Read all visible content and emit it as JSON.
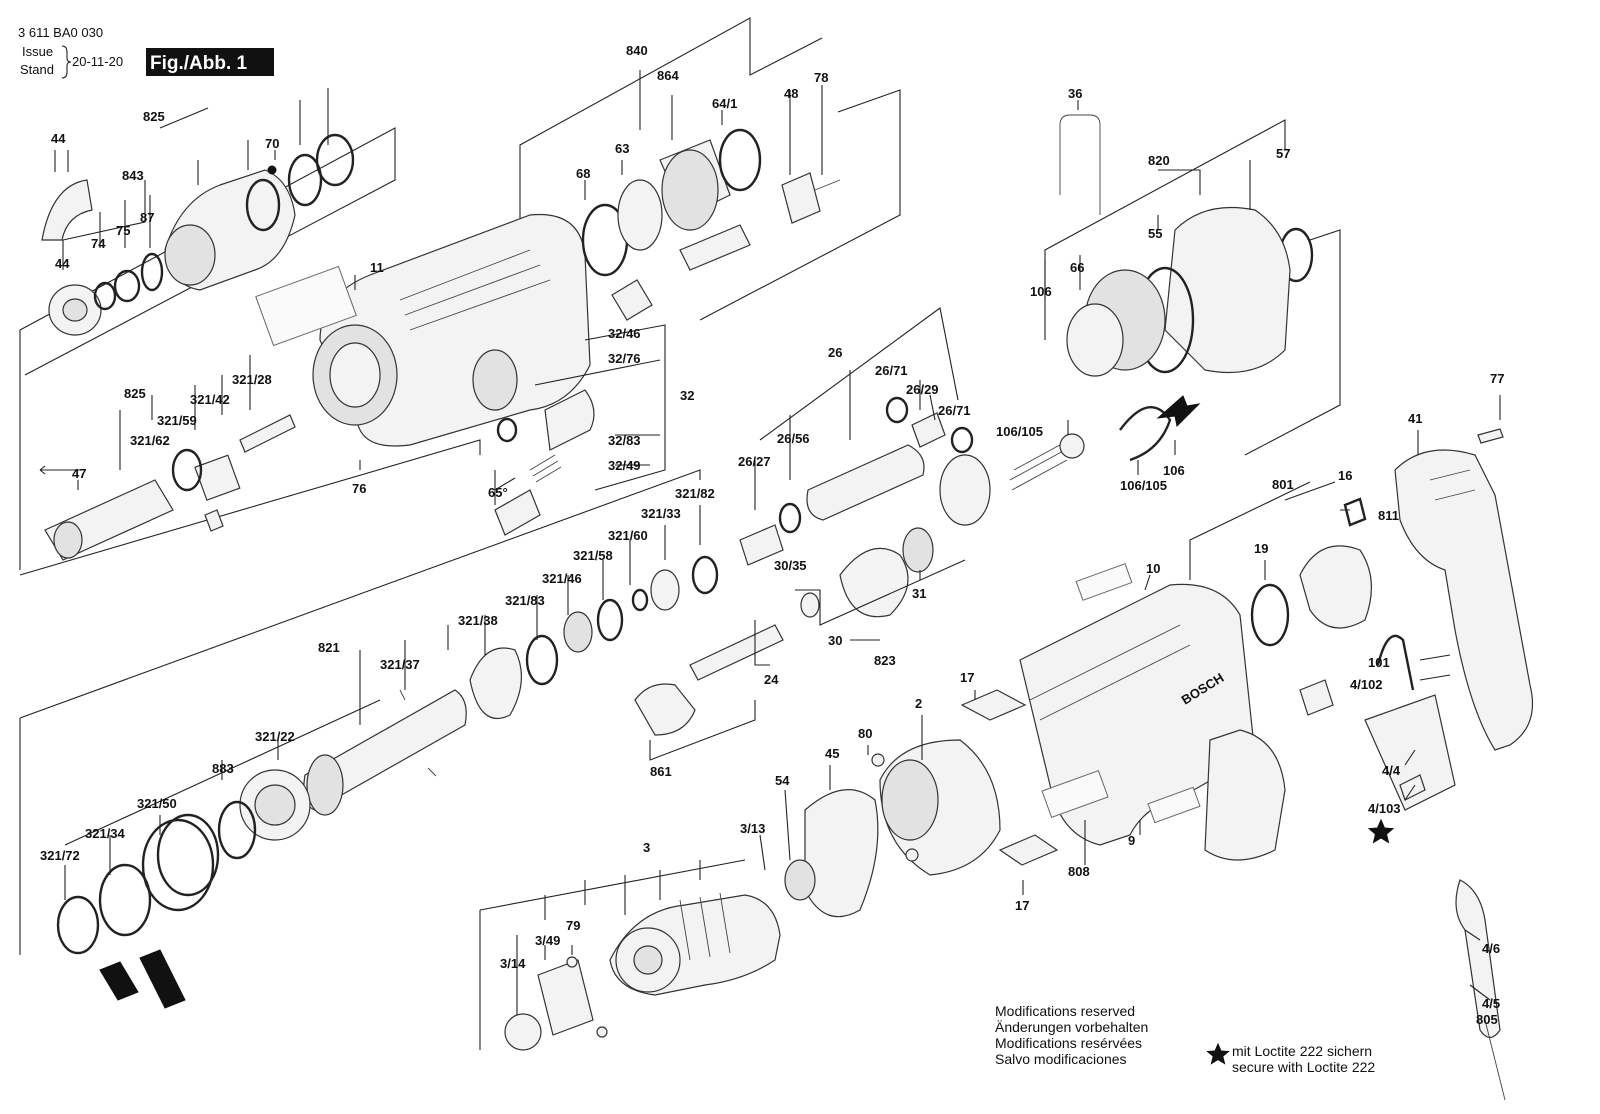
{
  "header": {
    "doc_number": "3 611 BA0 030",
    "issue_label": "Issue",
    "stand_label": "Stand",
    "date": "20-11-20",
    "figure_label": "Fig./Abb. 1"
  },
  "callouts": [
    {
      "id": "825a",
      "text": "825"
    },
    {
      "id": "843",
      "text": "843"
    },
    {
      "id": "70",
      "text": "70"
    },
    {
      "id": "44a",
      "text": "44"
    },
    {
      "id": "44b",
      "text": "44"
    },
    {
      "id": "74",
      "text": "74"
    },
    {
      "id": "75",
      "text": "75"
    },
    {
      "id": "87",
      "text": "87"
    },
    {
      "id": "840",
      "text": "840"
    },
    {
      "id": "864",
      "text": "864"
    },
    {
      "id": "64_1",
      "text": "64/1"
    },
    {
      "id": "48",
      "text": "48"
    },
    {
      "id": "78",
      "text": "78"
    },
    {
      "id": "63",
      "text": "63"
    },
    {
      "id": "68",
      "text": "68"
    },
    {
      "id": "36",
      "text": "36"
    },
    {
      "id": "820",
      "text": "820"
    },
    {
      "id": "57",
      "text": "57"
    },
    {
      "id": "55",
      "text": "55"
    },
    {
      "id": "66",
      "text": "66"
    },
    {
      "id": "106a",
      "text": "106"
    },
    {
      "id": "11",
      "text": "11"
    },
    {
      "id": "825b",
      "text": "825"
    },
    {
      "id": "321_28",
      "text": "321/28"
    },
    {
      "id": "321_42",
      "text": "321/42"
    },
    {
      "id": "321_59",
      "text": "321/59"
    },
    {
      "id": "321_62",
      "text": "321/62"
    },
    {
      "id": "47",
      "text": "47"
    },
    {
      "id": "32_46",
      "text": "32/46"
    },
    {
      "id": "32_76",
      "text": "32/76"
    },
    {
      "id": "32",
      "text": "32"
    },
    {
      "id": "32_83",
      "text": "32/83"
    },
    {
      "id": "32_49",
      "text": "32/49"
    },
    {
      "id": "65deg",
      "text": "65°"
    },
    {
      "id": "76",
      "text": "76"
    },
    {
      "id": "26",
      "text": "26"
    },
    {
      "id": "26_71a",
      "text": "26/71"
    },
    {
      "id": "26_29",
      "text": "26/29"
    },
    {
      "id": "26_71b",
      "text": "26/71"
    },
    {
      "id": "26_56",
      "text": "26/56"
    },
    {
      "id": "26_27",
      "text": "26/27"
    },
    {
      "id": "106_105a",
      "text": "106/105"
    },
    {
      "id": "106b",
      "text": "106"
    },
    {
      "id": "106_105b",
      "text": "106/105"
    },
    {
      "id": "77",
      "text": "77"
    },
    {
      "id": "41",
      "text": "41"
    },
    {
      "id": "801",
      "text": "801"
    },
    {
      "id": "16",
      "text": "16"
    },
    {
      "id": "811",
      "text": "811"
    },
    {
      "id": "19",
      "text": "19"
    },
    {
      "id": "10",
      "text": "10"
    },
    {
      "id": "321_82",
      "text": "321/82"
    },
    {
      "id": "321_33",
      "text": "321/33"
    },
    {
      "id": "321_60",
      "text": "321/60"
    },
    {
      "id": "321_58",
      "text": "321/58"
    },
    {
      "id": "321_46",
      "text": "321/46"
    },
    {
      "id": "321_83",
      "text": "321/83"
    },
    {
      "id": "321_38",
      "text": "321/38"
    },
    {
      "id": "30_35",
      "text": "30/35"
    },
    {
      "id": "31",
      "text": "31"
    },
    {
      "id": "30",
      "text": "30"
    },
    {
      "id": "823",
      "text": "823"
    },
    {
      "id": "24",
      "text": "24"
    },
    {
      "id": "821",
      "text": "821"
    },
    {
      "id": "321_37",
      "text": "321/37"
    },
    {
      "id": "17a",
      "text": "17"
    },
    {
      "id": "101",
      "text": "101"
    },
    {
      "id": "4_102",
      "text": "4/102"
    },
    {
      "id": "2",
      "text": "2"
    },
    {
      "id": "80",
      "text": "80"
    },
    {
      "id": "45",
      "text": "45"
    },
    {
      "id": "861",
      "text": "861"
    },
    {
      "id": "321_22",
      "text": "321/22"
    },
    {
      "id": "883",
      "text": "883"
    },
    {
      "id": "321_50",
      "text": "321/50"
    },
    {
      "id": "321_34",
      "text": "321/34"
    },
    {
      "id": "321_72",
      "text": "321/72"
    },
    {
      "id": "54",
      "text": "54"
    },
    {
      "id": "3_13",
      "text": "3/13"
    },
    {
      "id": "3",
      "text": "3"
    },
    {
      "id": "4_4",
      "text": "4/4"
    },
    {
      "id": "4_103",
      "text": "4/103"
    },
    {
      "id": "9",
      "text": "9"
    },
    {
      "id": "808",
      "text": "808"
    },
    {
      "id": "17b",
      "text": "17"
    },
    {
      "id": "79",
      "text": "79"
    },
    {
      "id": "3_49",
      "text": "3/49"
    },
    {
      "id": "3_14",
      "text": "3/14"
    },
    {
      "id": "4_6",
      "text": "4/6"
    },
    {
      "id": "4_5",
      "text": "4/5"
    },
    {
      "id": "805",
      "text": "805"
    }
  ],
  "notes": {
    "modifications": [
      "Modifications reserved",
      "Änderungen vorbehalten",
      "Modifications resérvées",
      "Salvo modificaciones"
    ],
    "loctite_de": "mit Loctite 222 sichern",
    "loctite_en": "secure with Loctite 222"
  },
  "markings": {
    "housing_logo": "BOSCH"
  },
  "icons": [
    "star-icon",
    "arrow-icon"
  ]
}
